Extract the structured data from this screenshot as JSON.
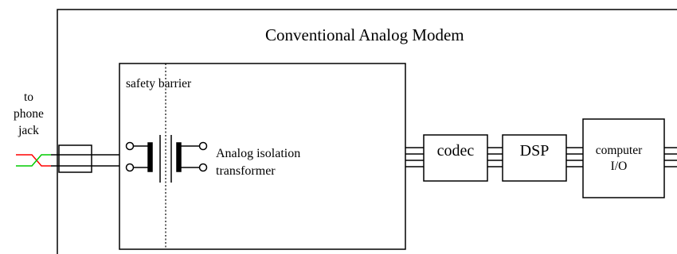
{
  "title": "Conventional Analog Modem",
  "jack_label_lines": [
    "to",
    "phone",
    "jack"
  ],
  "barrier_label": "safety barrier",
  "transformer_label_lines": [
    "Analog isolation",
    "transformer"
  ],
  "blocks": {
    "codec": "codec",
    "dsp": "DSP",
    "computer_io_lines": [
      "computer",
      "I/O"
    ]
  },
  "colors": {
    "wire_red": "#ff0000",
    "wire_green": "#00cc00",
    "line": "#000000"
  }
}
